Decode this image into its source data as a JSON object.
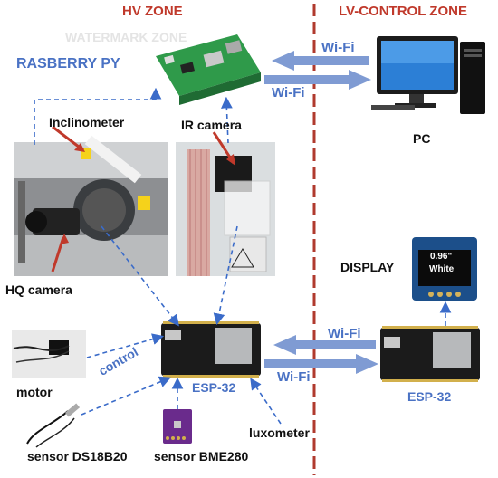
{
  "zones": {
    "hv": "HV ZONE",
    "lv": "LV-CONTROL ZONE"
  },
  "labels": {
    "raspberry": "RASBERRY PY",
    "inclinometer": "Inclinometer",
    "ir_camera": "IR camera",
    "hq_camera": "HQ camera",
    "pc": "PC",
    "display": "DISPLAY",
    "display_screen_line1": "0.96\"",
    "display_screen_line2": "White",
    "motor": "motor",
    "control": "control",
    "esp32_hv": "ESP-32",
    "esp32_lv": "ESP-32",
    "sensor_ds18b20": "sensor DS18B20",
    "sensor_bme280": "sensor BME280",
    "luxometer": "luxometer",
    "wifi_pi_top": "Wi-Fi",
    "wifi_pi_bottom": "Wi-Fi",
    "wifi_esp_top": "Wi-Fi",
    "wifi_esp_bottom": "Wi-Fi"
  },
  "colors": {
    "zone_text": "#c0392b",
    "zone_divider": "#b03a2e",
    "label_blue": "#4a72c4",
    "arrow_blue": "#7f9bd3",
    "dashed_link": "#3a6bc9"
  }
}
